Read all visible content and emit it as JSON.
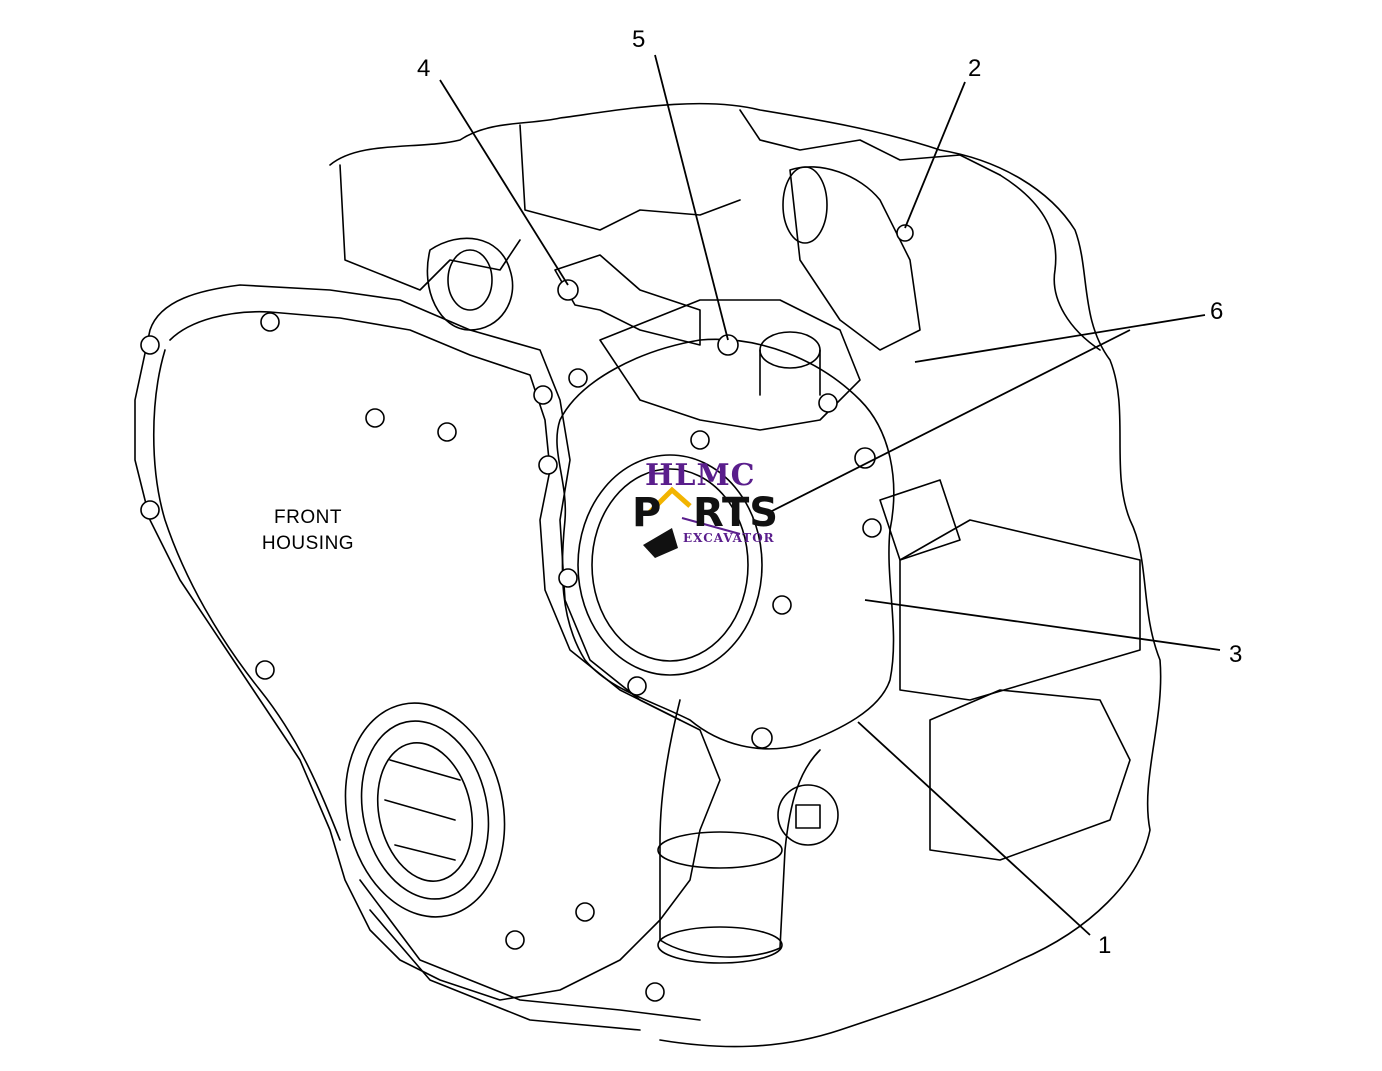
{
  "diagram": {
    "housing_label_line1": "FRONT",
    "housing_label_line2": "HOUSING",
    "callouts": [
      "1",
      "2",
      "3",
      "4",
      "5",
      "6"
    ]
  },
  "watermark": {
    "top": "HLMC",
    "main_a": "P",
    "main_b": "RTS",
    "sub": "EXCAVATOR",
    "colors": {
      "purple": "#5a1e8c",
      "yellow": "#f2b400",
      "black": "#111111"
    }
  }
}
